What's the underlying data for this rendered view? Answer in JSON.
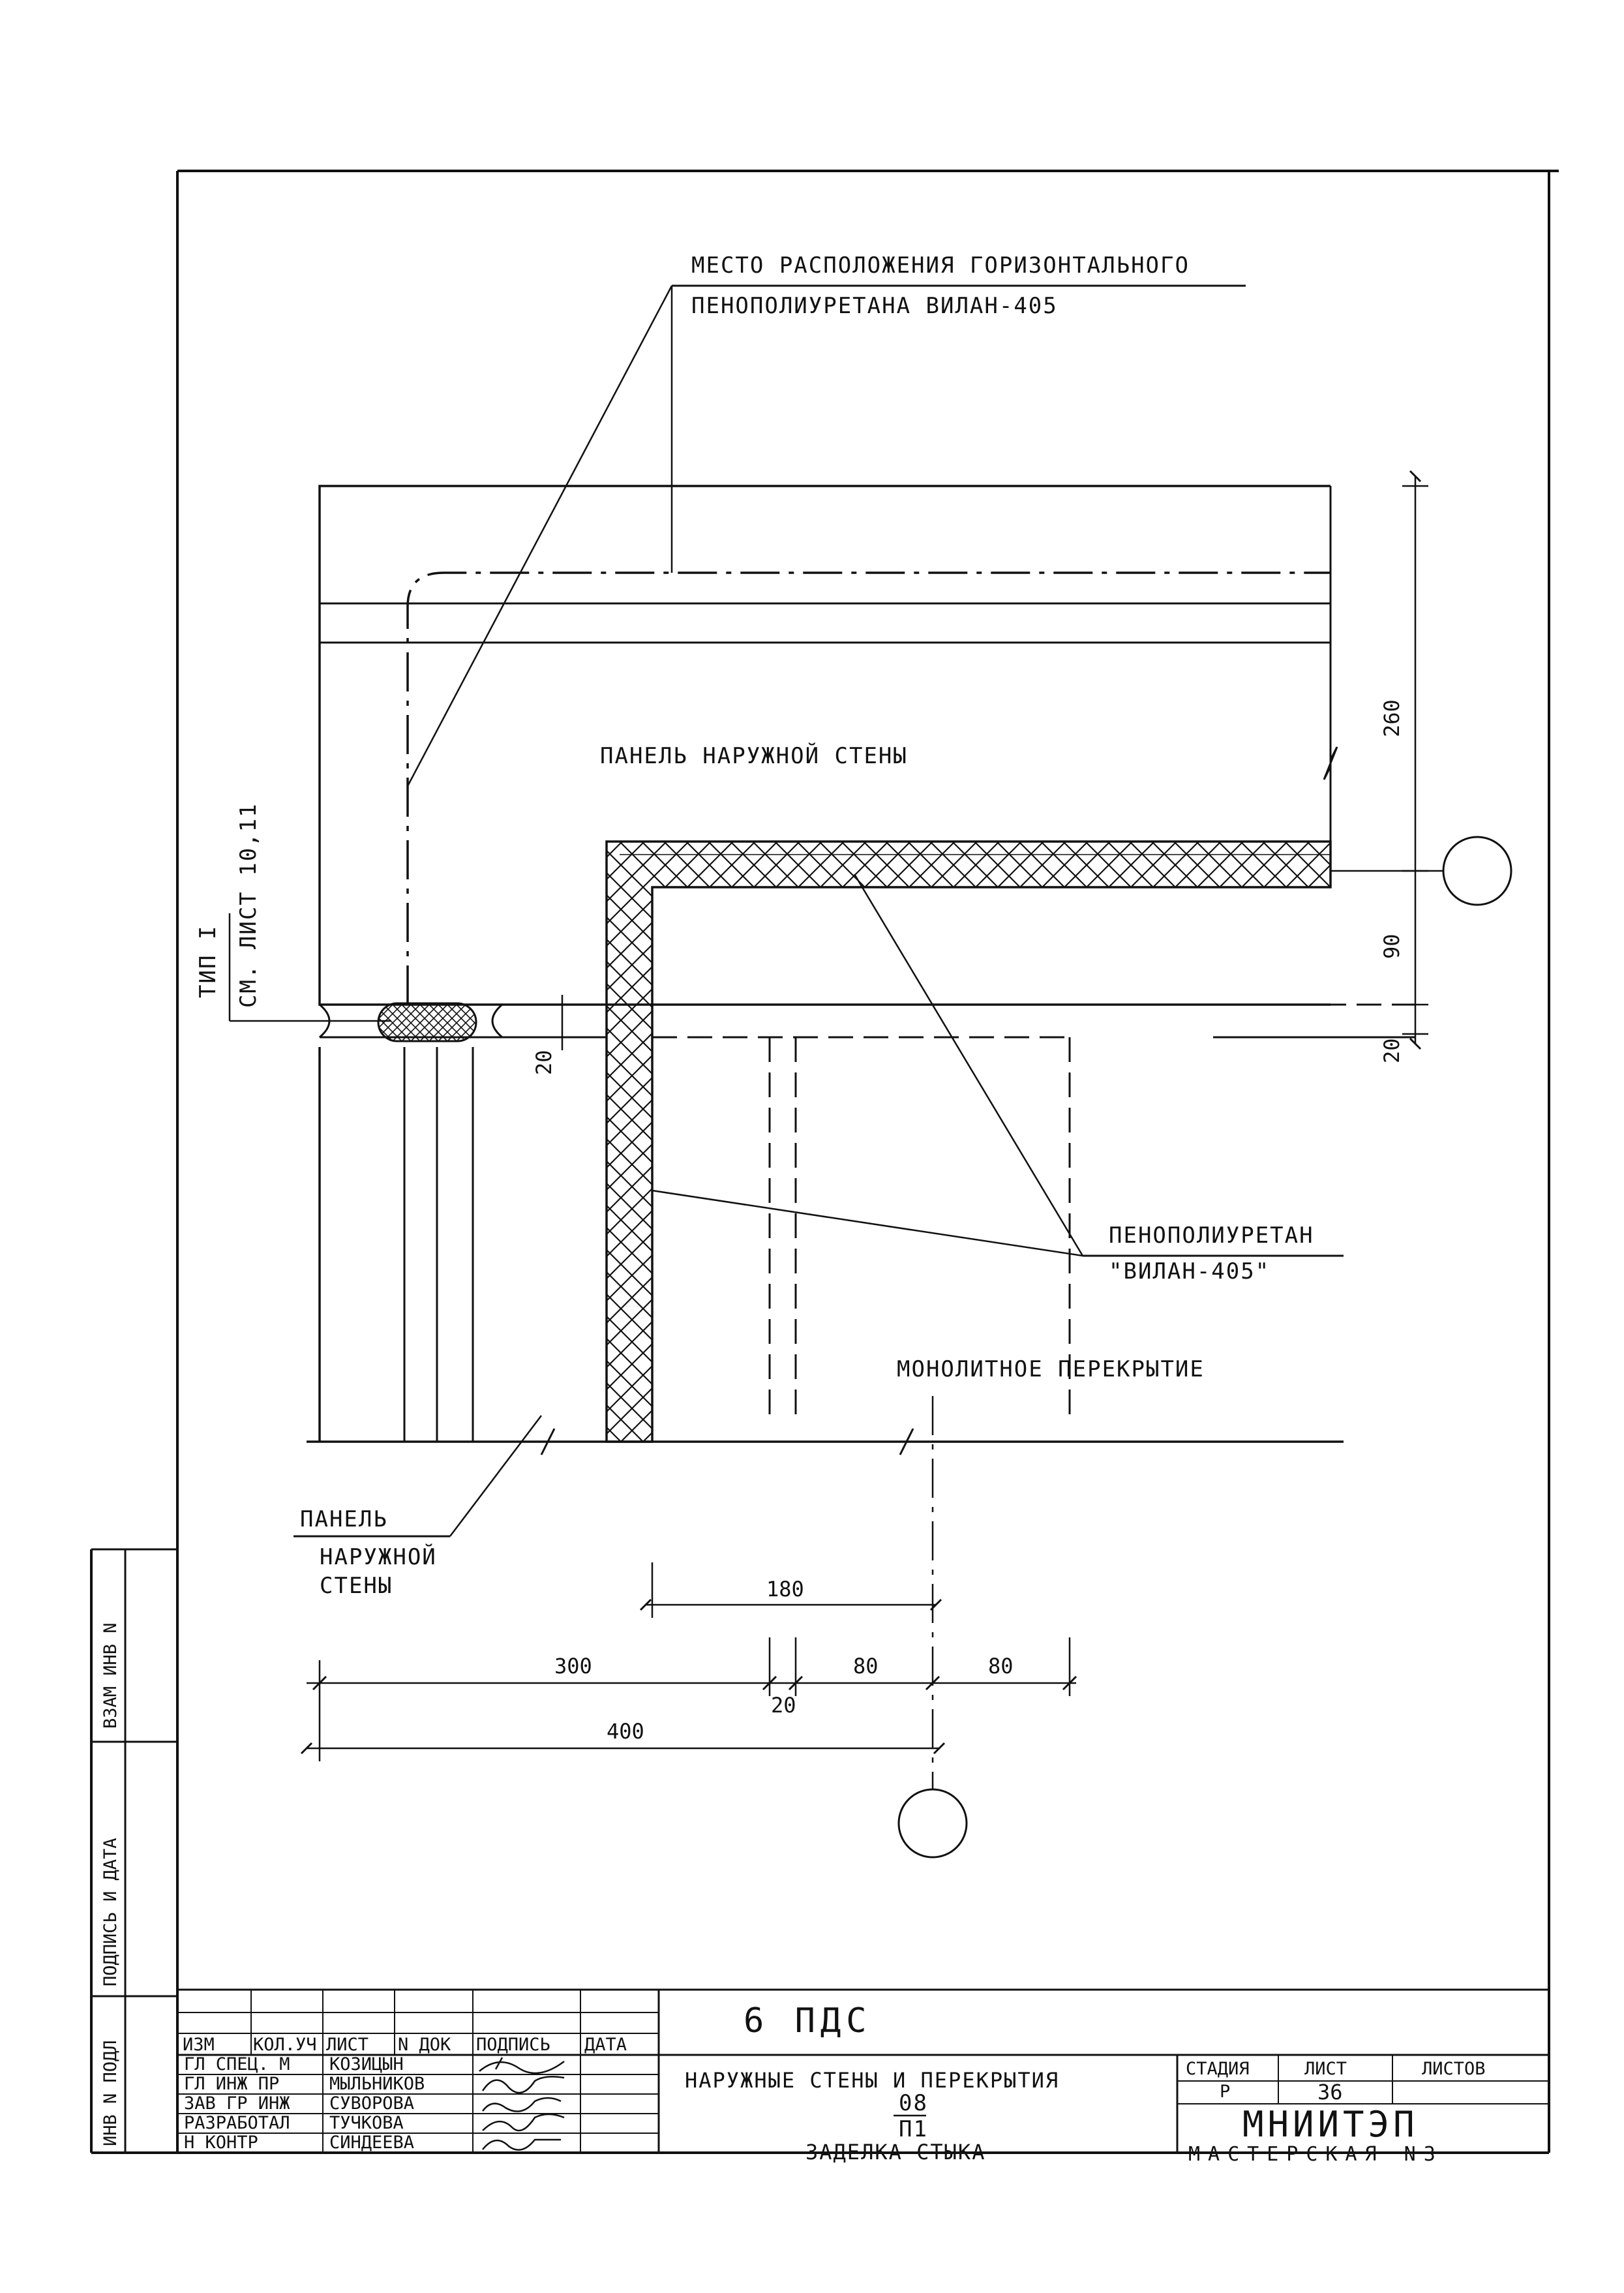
{
  "labels": {
    "top_note_line1": "МЕСТО РАСПОЛОЖЕНИЯ ГОРИЗОНТАЛЬНОГО",
    "top_note_line2": "ПЕНОПОЛИУРЕТАНА  ВИЛАН-405",
    "panel_upper": "ПАНЕЛЬ НАРУЖНОЙ СТЕНЫ",
    "type_note_line1": "ТИП I",
    "type_note_line2": "СМ. ЛИСТ 10,11",
    "foam_line1": "ПЕНОПОЛИУРЕТАН",
    "foam_line2": "\"ВИЛАН-405\"",
    "slab": "МОНОЛИТНОЕ ПЕРЕКРЫТИЕ",
    "panel_lower_line1": "ПАНЕЛЬ",
    "panel_lower_line2": "НАРУЖНОЙ",
    "panel_lower_line3": "СТЕНЫ"
  },
  "dimensions": {
    "d260": "260",
    "d90": "90",
    "d20_right": "20",
    "d20_joint": "20",
    "d180": "180",
    "d300": "300",
    "d80a": "80",
    "d80b": "80",
    "d20_bottom": "20",
    "d400": "400"
  },
  "side_stamps": {
    "vzam": "ВЗАМ ИНВ N",
    "podpis": "ПОДПИСЬ И ДАТА",
    "inv": "ИНВ N ПОДЛ"
  },
  "title_block": {
    "doc_code": "6 ПДС",
    "headers": [
      "ИЗМ",
      "КОЛ.УЧ",
      "ЛИСТ",
      "N ДОК",
      "ПОДПИСЬ",
      "ДАТА"
    ],
    "people": [
      {
        "role": "ГЛ СПЕЦ. М",
        "name": "КОЗИЦЫН"
      },
      {
        "role": "ГЛ ИНЖ ПР",
        "name": "МЫЛЬНИКОВ"
      },
      {
        "role": "ЗАВ ГР ИНЖ",
        "name": "СУВОРОВА"
      },
      {
        "role": "РАЗРАБОТАЛ",
        "name": "ТУЧКОВА"
      },
      {
        "role": "Н КОНТР",
        "name": "СИНДЕЕВА"
      }
    ],
    "title_main": "НАРУЖНЫЕ СТЕНЫ И ПЕРЕКРЫТИЯ",
    "frac_top": "08",
    "frac_bottom": "П1",
    "subtitle": "ЗАДЕЛКА СТЫКА",
    "stage_label": "СТАДИЯ",
    "sheet_label": "ЛИСТ",
    "sheets_label": "ЛИСТОВ",
    "stage_value": "Р",
    "sheet_value": "36",
    "org": "МНИИТЭП",
    "workshop": "МАСТЕРСКАЯ  N3"
  }
}
